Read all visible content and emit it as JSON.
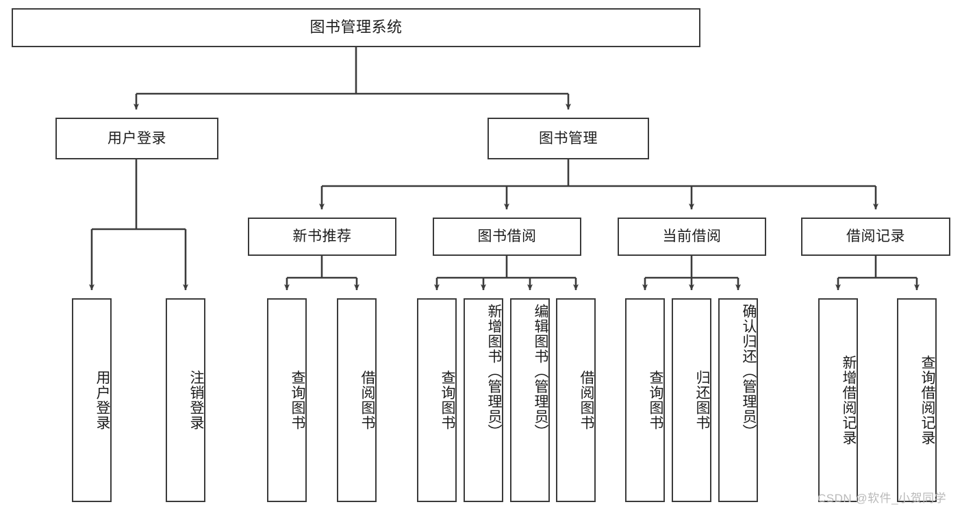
{
  "diagram": {
    "title": "图书管理系统",
    "type": "功能结构图",
    "watermark": "CSDN @软件_小贺同学",
    "colors": {
      "stroke": "#3b3b3b",
      "fill": "#ffffff",
      "text": "#1c1c1c",
      "watermark": "#b9b9b9"
    },
    "nodes": {
      "root": {
        "label": "图书管理系统"
      },
      "level2": [
        {
          "id": "user-login",
          "label": "用户登录"
        },
        {
          "id": "book-manage",
          "label": "图书管理"
        }
      ],
      "level3": [
        {
          "id": "new-book-recommend",
          "label": "新书推荐"
        },
        {
          "id": "book-borrow",
          "label": "图书借阅"
        },
        {
          "id": "current-borrow",
          "label": "当前借阅"
        },
        {
          "id": "borrow-record",
          "label": "借阅记录"
        }
      ],
      "leaves": {
        "user_login": [
          {
            "id": "leaf-user-login",
            "label": "用户登录"
          },
          {
            "id": "leaf-logout-login",
            "label": "注销登录"
          }
        ],
        "new_book_recommend": [
          {
            "id": "leaf-query-book-1",
            "label": "查询图书"
          },
          {
            "id": "leaf-borrow-book-1",
            "label": "借阅图书"
          }
        ],
        "book_borrow": [
          {
            "id": "leaf-query-book-2",
            "label": "查询图书"
          },
          {
            "id": "leaf-add-book",
            "label": "新增图书（管理员）"
          },
          {
            "id": "leaf-edit-book",
            "label": "编辑图书（管理员）"
          },
          {
            "id": "leaf-borrow-book-2",
            "label": "借阅图书"
          }
        ],
        "current_borrow": [
          {
            "id": "leaf-query-book-3",
            "label": "查询图书"
          },
          {
            "id": "leaf-return-book",
            "label": "归还图书"
          },
          {
            "id": "leaf-confirm-return",
            "label": "确认归还（管理员）"
          }
        ],
        "borrow_record": [
          {
            "id": "leaf-add-record",
            "label": "新增借阅记录"
          },
          {
            "id": "leaf-query-record",
            "label": "查询借阅记录"
          }
        ]
      }
    }
  }
}
